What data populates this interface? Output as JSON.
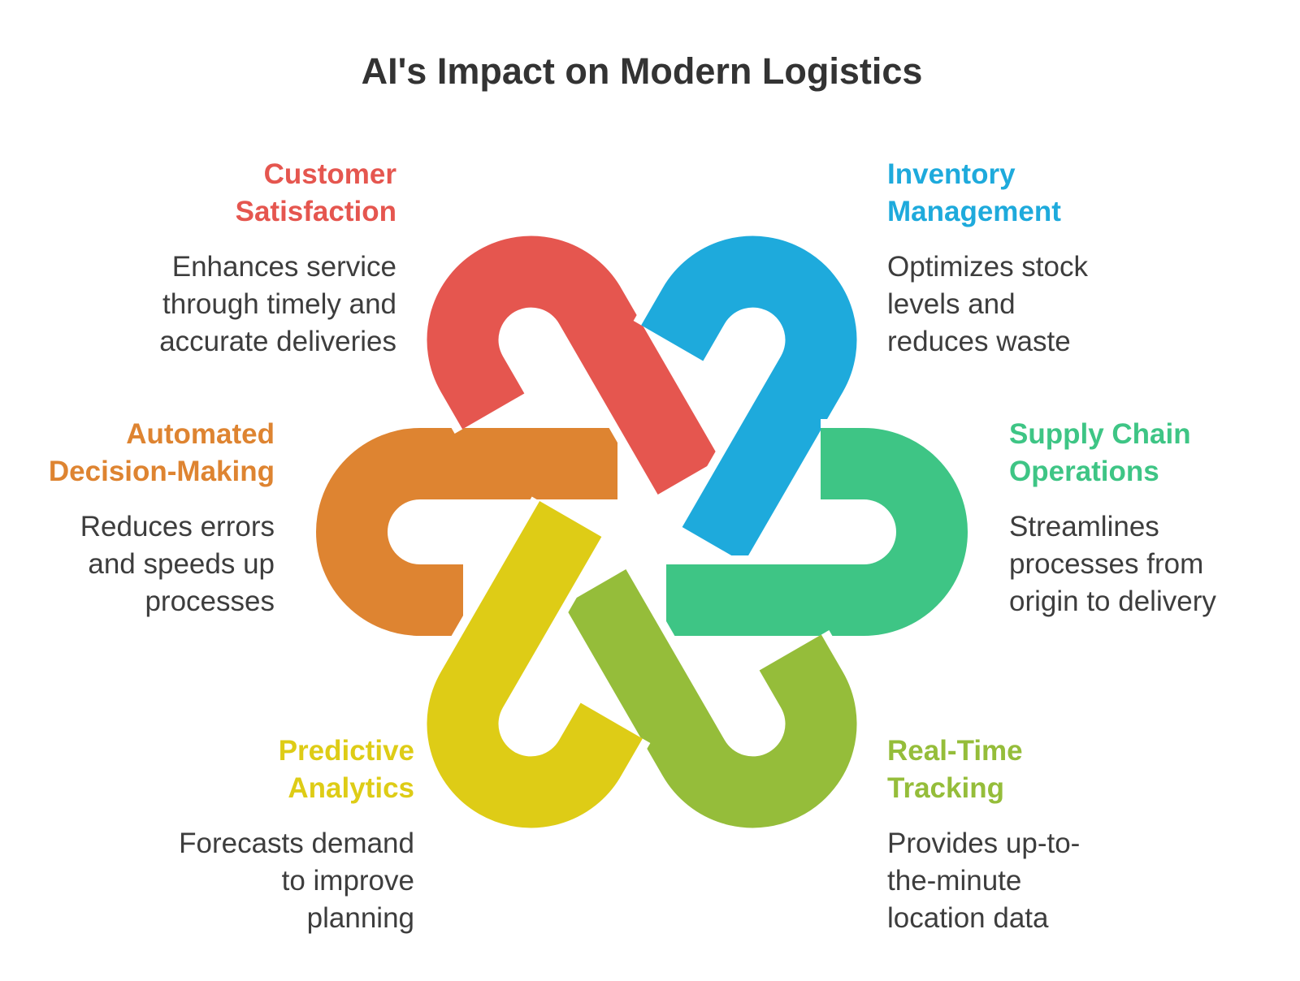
{
  "title": "AI's Impact on Modern Logistics",
  "items": [
    {
      "id": "customer-satisfaction",
      "heading": "Customer Satisfaction",
      "description": "Enhances service through timely and accurate deliveries",
      "color": "#E5564F"
    },
    {
      "id": "inventory-management",
      "heading": "Inventory Management",
      "description": "Optimizes stock levels and reduces waste",
      "color": "#1EAADC"
    },
    {
      "id": "supply-chain-operations",
      "heading": "Supply Chain Operations",
      "description": "Streamlines processes from origin to delivery",
      "color": "#3EC585"
    },
    {
      "id": "real-time-tracking",
      "heading": "Real-Time Tracking",
      "description": "Provides up-to-the-minute location data",
      "color": "#95BD3A"
    },
    {
      "id": "predictive-analytics",
      "heading": "Predictive Analytics",
      "description": "Forecasts demand to improve planning",
      "color": "#DECC16"
    },
    {
      "id": "automated-decision-making",
      "heading": "Automated Decision-Making",
      "description": "Reduces errors and speeds up processes",
      "color": "#DE8431"
    }
  ]
}
